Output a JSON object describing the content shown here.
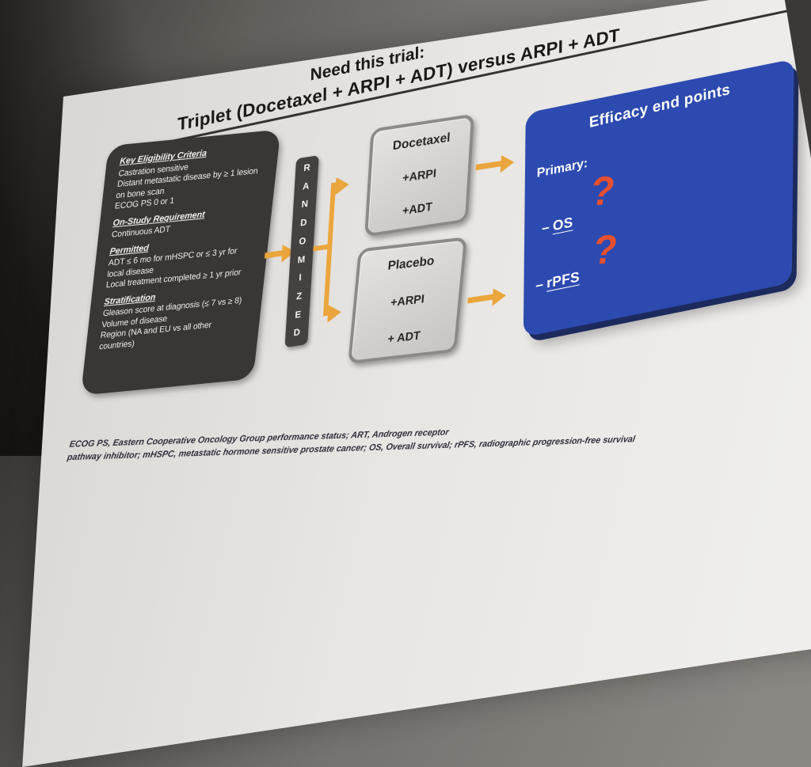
{
  "slide": {
    "title": {
      "line1": "Need this trial:",
      "line2": "Triplet (Docetaxel + ARPI + ADT) versus ARPI + ADT"
    },
    "eligibility": {
      "sections": [
        {
          "heading": "Key Eligibility Criteria",
          "lines": [
            "Castration sensitive",
            "Distant metastatic disease by ≥ 1 lesion",
            "on bone scan",
            "ECOG PS 0 or 1"
          ]
        },
        {
          "heading": "On-Study Requirement",
          "lines": [
            "Continuous ADT"
          ]
        },
        {
          "heading": "Permitted",
          "lines": [
            "ADT ≤ 6 mo for mHSPC or ≤ 3 yr for",
            "local disease",
            "Local treatment completed ≥ 1 yr prior"
          ]
        },
        {
          "heading": "Stratification",
          "lines": [
            "Gleason score at diagnosis (≤ 7 vs ≥ 8)",
            "Volume of disease",
            "Region (NA and EU vs all other",
            "countries)"
          ]
        }
      ]
    },
    "randomized": {
      "letters": [
        "R",
        "A",
        "N",
        "D",
        "O",
        "M",
        "I",
        "Z",
        "E",
        "D"
      ]
    },
    "arms": [
      {
        "line1": "Docetaxel",
        "line2": "+ARPI",
        "line3": "+ADT"
      },
      {
        "line1": "Placebo",
        "line2": "+ARPI",
        "line3": "+ ADT"
      }
    ],
    "endpoints": {
      "title": "Efficacy end points",
      "primary_label": "Primary:",
      "dash": "–",
      "item1": "OS",
      "item2": "rPFS",
      "question_mark": "?"
    },
    "footnote": {
      "line1": "ECOG PS, Eastern Cooperative Oncology Group performance status; ART, Androgen receptor",
      "line2": "pathway inhibitor; mHSPC, metastatic hormone sensitive prostate cancer; OS, Overall survival; rPFS, radiographic progression-free survival"
    },
    "colors": {
      "accent_arrow": "#eaa53c",
      "panel_dark": "#393735",
      "endpoint_blue": "#2d4ab0",
      "question_red": "#e55030",
      "slide_bg": "#e9e7e3"
    }
  }
}
